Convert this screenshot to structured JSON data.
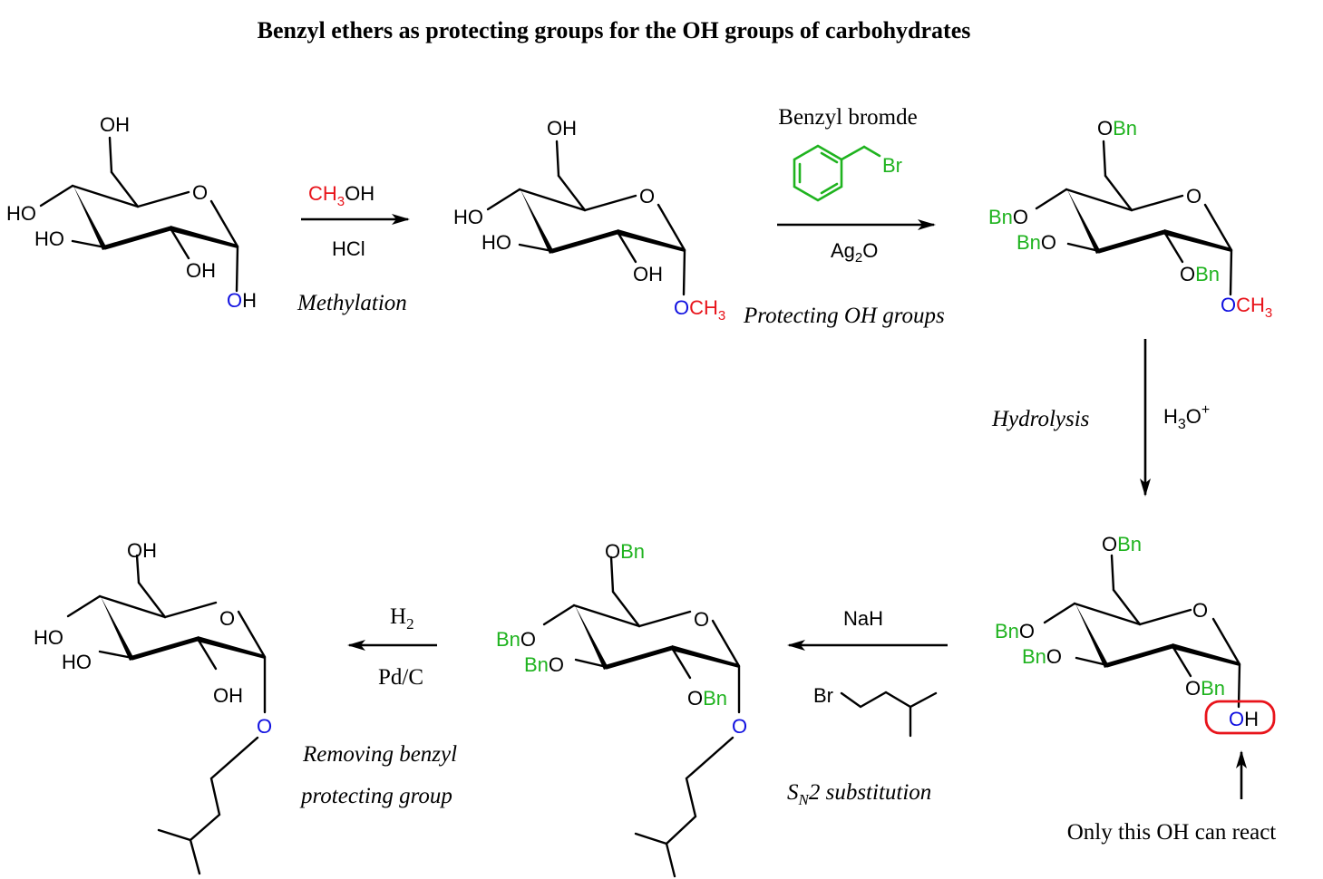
{
  "title": "Benzyl ethers as protecting groups for the OH groups of carbohydrates",
  "colors": {
    "black": "#000000",
    "green": "#1fb31f",
    "red": "#e8141b",
    "blue": "#1010e0",
    "highlight": "#e8141b"
  },
  "molecules": [
    {
      "id": "glucose",
      "name": "alpha-D-glucopyranose",
      "substituents": {
        "c6": "OH",
        "c4": "HO",
        "c3": "HO",
        "c2": "OH",
        "ring_o": "O",
        "anomeric": "OH"
      },
      "anomeric_o_color": "blue"
    },
    {
      "id": "methyl-glucoside",
      "name": "methyl alpha-D-glucopyranoside",
      "substituents": {
        "c6": "OH",
        "c4": "HO",
        "c3": "HO",
        "c2": "OH",
        "ring_o": "O",
        "anomeric_o": "O",
        "anomeric_r": "CH3"
      }
    },
    {
      "id": "tetrabenzyl-methyl-glucoside",
      "name": "methyl 2,3,4,6-tetra-O-benzyl-alpha-D-glucopyranoside",
      "substituents": {
        "c6_o": "O",
        "c6_bn": "Bn",
        "c4_bn": "Bn",
        "c4_o": "O",
        "c3_bn": "Bn",
        "c3_o": "O",
        "c2_o": "O",
        "c2_bn": "Bn",
        "ring_o": "O",
        "anomeric_o": "O",
        "anomeric_r": "CH3"
      }
    },
    {
      "id": "tetrabenzyl-glucose",
      "name": "2,3,4,6-tetra-O-benzyl-alpha-D-glucopyranose",
      "substituents": {
        "c6_o": "O",
        "c6_bn": "Bn",
        "c4_bn": "Bn",
        "c4_o": "O",
        "c3_bn": "Bn",
        "c3_o": "O",
        "c2_o": "O",
        "c2_bn": "Bn",
        "ring_o": "O",
        "anomeric_o": "O",
        "anomeric_h": "H"
      },
      "highlight_note": "Only this OH can react"
    },
    {
      "id": "tetrabenzyl-isopentyl-glucoside",
      "name": "isopentyl 2,3,4,6-tetra-O-benzyl-alpha-D-glucopyranoside",
      "substituents": {
        "c6_o": "O",
        "c6_bn": "Bn",
        "c4_bn": "Bn",
        "c4_o": "O",
        "c3_bn": "Bn",
        "c3_o": "O",
        "c2_o": "O",
        "c2_bn": "Bn",
        "ring_o": "O",
        "anomeric_o": "O"
      }
    },
    {
      "id": "isopentyl-glucoside",
      "name": "isopentyl alpha-D-glucopyranoside",
      "substituents": {
        "c6": "OH",
        "c4": "HO",
        "c3": "HO",
        "c2": "OH",
        "ring_o": "O",
        "anomeric_o": "O"
      }
    }
  ],
  "steps": [
    {
      "id": "methylation",
      "direction": "right",
      "reagent_top": {
        "main": "CH",
        "sub": "3",
        "rest": "OH"
      },
      "reagent_bottom": "HCl",
      "caption": "Methylation"
    },
    {
      "id": "protection",
      "direction": "right",
      "reagent_name": "Benzyl bromde",
      "reagent_structure_label": "Br",
      "reagent_bottom": {
        "main": "Ag",
        "sub": "2",
        "rest": "O"
      },
      "caption": "Protecting OH groups"
    },
    {
      "id": "hydrolysis",
      "direction": "down",
      "reagent": {
        "main": "H",
        "sub": "3",
        "rest": "O",
        "sup": "+"
      },
      "caption": "Hydrolysis"
    },
    {
      "id": "sn2",
      "direction": "left",
      "reagent_top": "NaH",
      "reagent_structure_label": "Br",
      "caption": {
        "s": "S",
        "sub": "N",
        "rest": "2 substitution"
      }
    },
    {
      "id": "deprotection",
      "direction": "left",
      "reagent_top": {
        "main": "H",
        "sub": "2"
      },
      "reagent_bottom": "Pd/C",
      "caption_lines": [
        "Removing benzyl",
        "protecting group"
      ]
    }
  ],
  "note": "Only this OH can react"
}
